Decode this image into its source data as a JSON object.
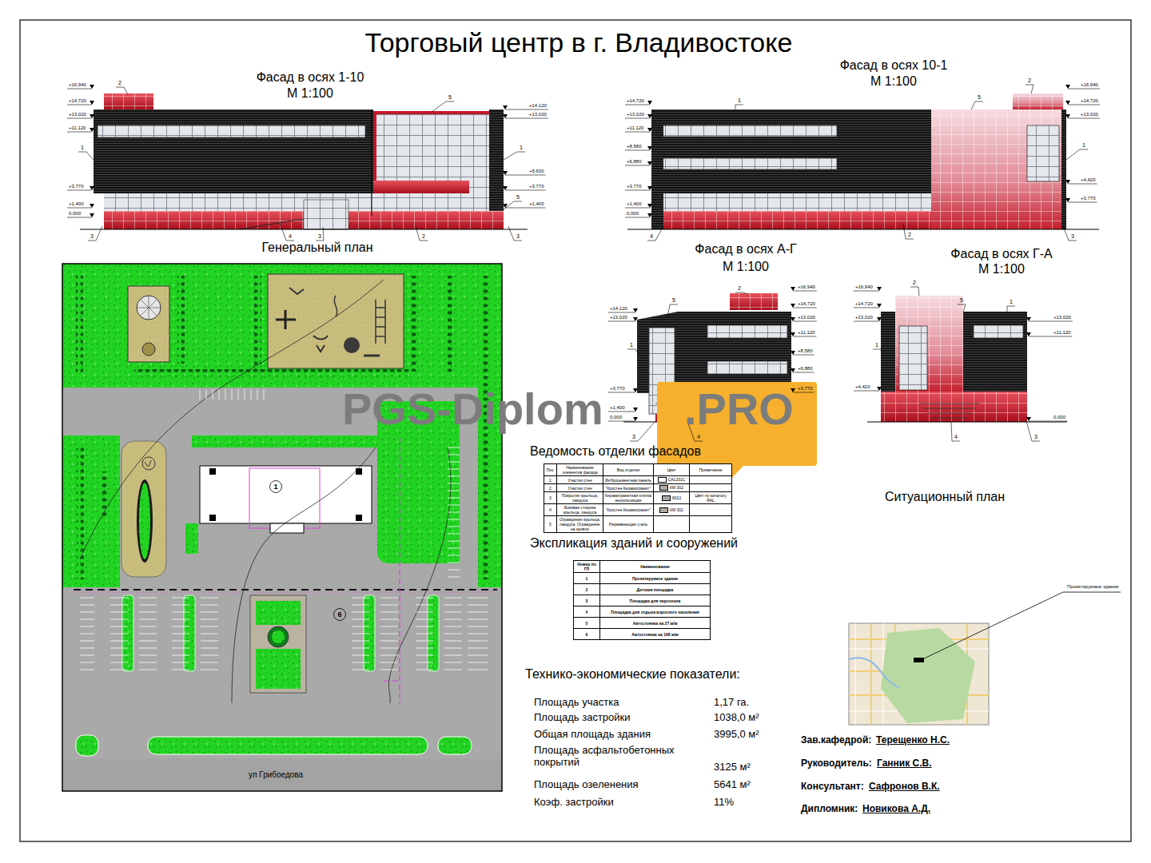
{
  "diagram": {
    "title": "Торговый центр в г. Владивостоке",
    "nodes": [
      {
        "text": [
          "Ведомость отделки фасадов",
          "Поз.",
          "Наименование элементов фасада",
          "Вид отделки",
          "Цвет",
          "Примечание",
          "1",
          "Участки стен",
          "Фиброцементная панель",
          "CA1201C",
          "2",
          "Участки стен",
          "\"Кростен Керамогранит\"",
          "КМ 302",
          "3",
          "Покрытие крыльца, пандуса",
          "Керамогранитная плитка нескользящая",
          "6013",
          "Цвет по каталогу RAL",
          "4",
          "Боковая сторона крыльца, пандуса",
          "\"Кростен Керамогранит\"",
          "КМ 302",
          "5",
          "Ограждение крыльца, пандуса. Ограждение на кровле",
          "Нержавеющая сталь"
        ]
      },
      {
        "text": [
          "Экспликация зданий и сооружений",
          "Номер по ГП",
          "Наименование",
          "1",
          "Проектируемое здание",
          "2",
          "Детская площадка",
          "3",
          "Площадка для персонала",
          "4",
          "Площадка для отдыха взрослого населения",
          "5",
          "Автостоянка на 27 м/м",
          "6",
          "Автостоянка на 108 м/м"
        ]
      }
    ],
    "labels": [
      "Фасад в осях 1-10",
      "М 1:100",
      "Фасад в осях 10-1",
      "М 1:100",
      "Фасад в осях А-Г",
      "М 1:100",
      "Фасад в осях Г-А",
      "М 1:100",
      "Генеральный план",
      "Ситуационный план",
      "Проектируемое здание",
      "ул Грибоедова",
      "1",
      "6",
      "Технико-экономические показатели:",
      "Площадь участка",
      "1,17 га.",
      "Площадь застройки",
      "1038,0 м²",
      "Общая площадь здания",
      "3995,0 м²",
      "Площадь асфальтобетонных покрытий",
      "3125 м²",
      "Площадь озеленения",
      "5641 м²",
      "Коэф. застройки",
      "11%",
      "Зав.кафедрой:",
      "Терещенко Н.С.",
      "Руководитель:",
      "Ганник С.В.",
      "Консультант:",
      "Сафронов В.К.",
      "Дипломник:",
      "Новикова А.Д.",
      "PGS-Diplom",
      ".PRO",
      "+16,940",
      "+14,720",
      "+13,020",
      "+11,120",
      "+3,770",
      "+1,400",
      "0,000",
      "+14,120",
      "+13,020",
      "+5,630",
      "+3,770",
      "+1,400",
      "2",
      "5",
      "1",
      "1",
      "3",
      "4",
      "3",
      "2",
      "3",
      "5",
      "+14,720",
      "+13,020",
      "+11,120",
      "+8,580",
      "+6,880",
      "+3,770",
      "+1,400",
      "0,000",
      "+16,940",
      "+14,720",
      "+13,020",
      "+4,420",
      "+3,770",
      "1",
      "5",
      "2",
      "1",
      "4",
      "2",
      "3",
      "+14,120",
      "+13,020",
      "+3,770",
      "+1,400",
      "0,000",
      "+16,940",
      "+14,720",
      "+13,020",
      "+11,120",
      "+8,580",
      "+6,880",
      "+3,770",
      "5",
      "2",
      "1",
      "3",
      "4",
      "+16,940",
      "+14,720",
      "+13,020",
      "+4,420",
      "+13,020",
      "+11,120",
      "0,000",
      "2",
      "5",
      "1",
      "1",
      "4",
      "3"
    ]
  }
}
